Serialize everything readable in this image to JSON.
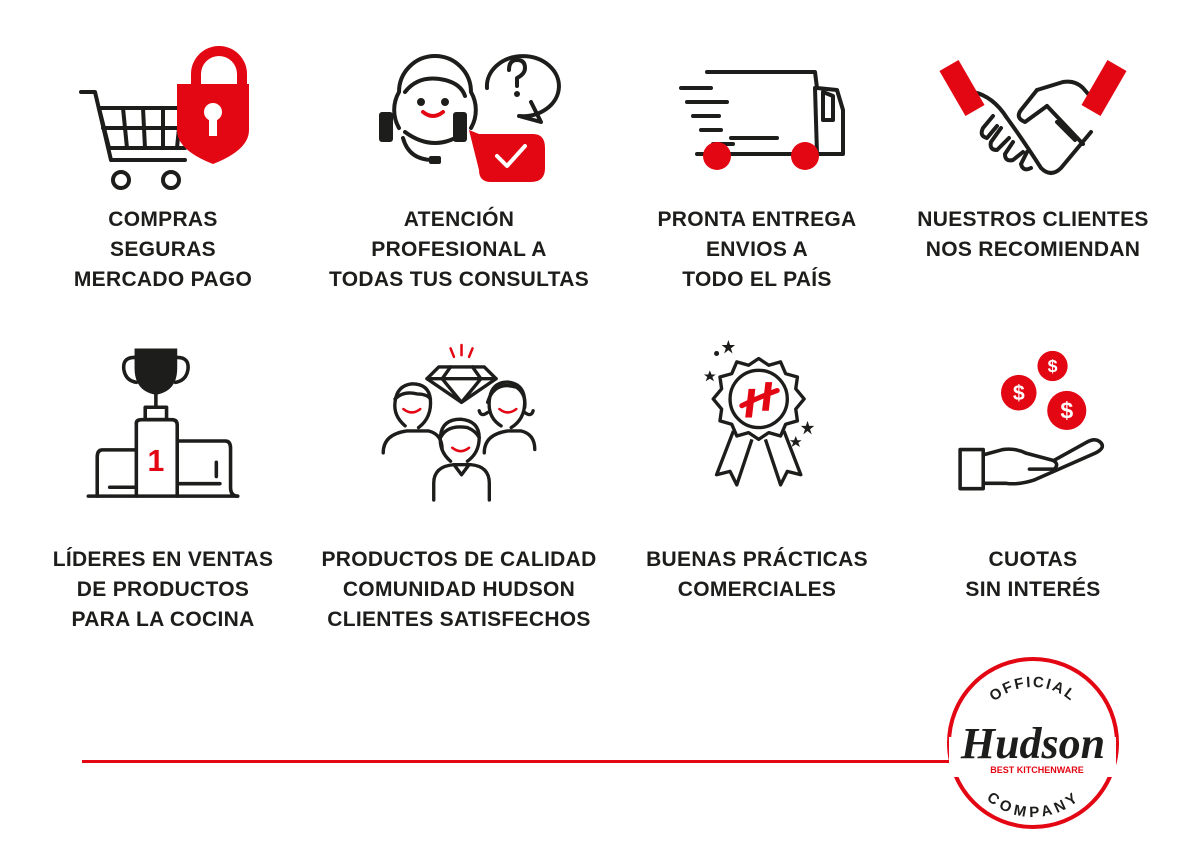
{
  "colors": {
    "accent": "#e30613",
    "ink": "#1d1d1b",
    "background": "#ffffff"
  },
  "features": [
    {
      "icon": "cart-lock-icon",
      "label": "COMPRAS\nSEGURAS\nMERCADO PAGO"
    },
    {
      "icon": "support-agent-icon",
      "label": "ATENCIÓN\nPROFESIONAL A\nTODAS TUS CONSULTAS"
    },
    {
      "icon": "delivery-truck-icon",
      "label": "PRONTA ENTREGA\nENVIOS A\nTODO EL PAÍS"
    },
    {
      "icon": "handshake-icon",
      "label": "NUESTROS CLIENTES\nNOS RECOMIENDAN"
    },
    {
      "icon": "trophy-podium-icon",
      "label": "LÍDERES  EN VENTAS\nDE PRODUCTOS\nPARA LA COCINA"
    },
    {
      "icon": "community-diamond-icon",
      "label": "PRODUCTOS DE CALIDAD\nCOMUNIDAD HUDSON\nCLIENTES SATISFECHOS"
    },
    {
      "icon": "award-rosette-icon",
      "label": "BUENAS PRÁCTICAS\nCOMERCIALES"
    },
    {
      "icon": "hand-coins-icon",
      "label": "CUOTAS\nSIN INTERÉS"
    }
  ],
  "podium": {
    "place": "1"
  },
  "seal": {
    "top_text": "OFFICIAL",
    "brand": "Hudson",
    "tagline": "BEST KITCHENWARE",
    "bottom_text": "COMPANY"
  }
}
